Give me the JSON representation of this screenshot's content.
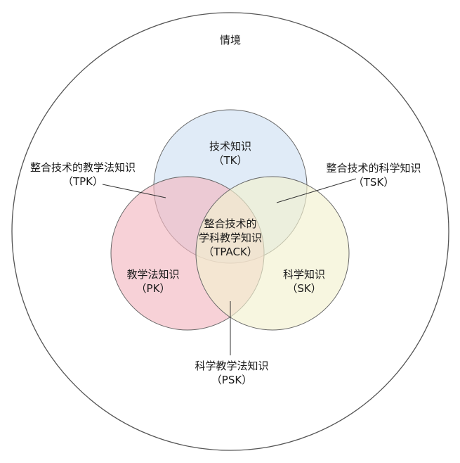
{
  "context": {
    "label": "情境"
  },
  "circles": {
    "tk": {
      "name": "技术知识",
      "abbr": "（TK）",
      "fill": "#dbe8f6"
    },
    "pk": {
      "name": "教学法知识",
      "abbr": "（PK）",
      "fill": "#f2b8c1"
    },
    "sk": {
      "name": "科学知识",
      "abbr": "（SK）",
      "fill": "#f2f1d0"
    }
  },
  "intersections": {
    "tpk": {
      "name": "整合技术的教学法知识",
      "abbr": "（TPK）"
    },
    "tsk": {
      "name": "整合技术的科学知识",
      "abbr": "（TSK）"
    },
    "psk": {
      "name": "科学教学法知识",
      "abbr": "（PSK）"
    },
    "tpack": {
      "line1": "整合技术的",
      "line2": "学科教学知识",
      "abbr": "（TPACK）"
    }
  },
  "colors": {
    "outline": "#555555",
    "circle_stroke": "#666666",
    "leader": "#333333"
  }
}
